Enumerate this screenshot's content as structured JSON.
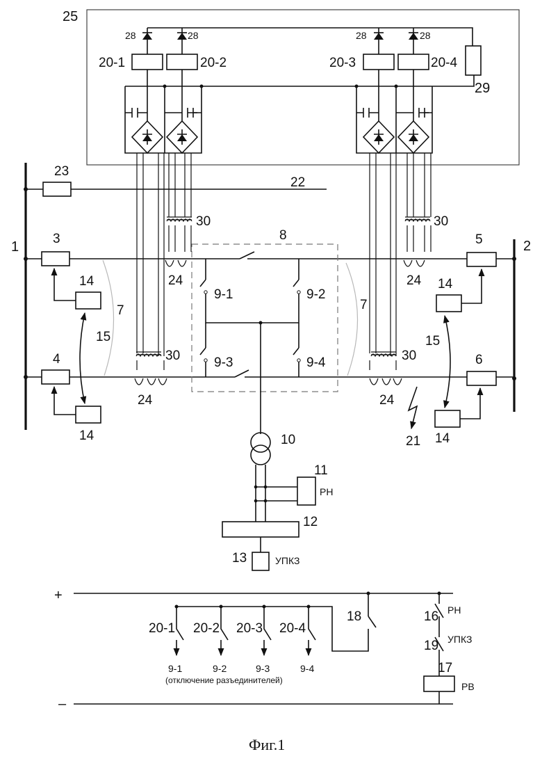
{
  "block_25": {
    "label": "25",
    "diodes": [
      "28",
      "28",
      "28",
      "28"
    ],
    "relays": [
      "20-1",
      "20-2",
      "20-3",
      "20-4"
    ],
    "resistor": "29"
  },
  "network": {
    "bus_left": "1",
    "bus_right": "2",
    "breakers": [
      "3",
      "4",
      "5",
      "6"
    ],
    "drives": [
      "14",
      "14",
      "14",
      "14"
    ],
    "coupling": [
      "15",
      "15"
    ],
    "lines": [
      "7",
      "7"
    ],
    "substation": "8",
    "disconnectors": [
      "9-1",
      "9-2",
      "9-3",
      "9-4"
    ],
    "transformer": "10",
    "relay_rn": {
      "number": "11",
      "text": "РН"
    },
    "block_12": "12",
    "device_13": {
      "number": "13",
      "text": "УПКЗ"
    },
    "fault": "21",
    "branch_line": "22",
    "branch_breaker": "23",
    "ct_secondary": [
      "24",
      "24",
      "24",
      "24"
    ],
    "ct": [
      "30",
      "30",
      "30",
      "30"
    ]
  },
  "control_circuit": {
    "plus": "+",
    "minus": "–",
    "contacts": [
      "20-1",
      "20-2",
      "20-3",
      "20-4"
    ],
    "outputs": [
      "9-1",
      "9-2",
      "9-3",
      "9-4"
    ],
    "outputs_note": "(отключение разъединителей)",
    "switch_18": "18",
    "contact_16": {
      "number": "16",
      "text": "РН"
    },
    "contact_19": {
      "number": "19",
      "text": "УПКЗ"
    },
    "relay_17": {
      "number": "17",
      "text": "РВ"
    }
  },
  "caption": "Фиг.1"
}
